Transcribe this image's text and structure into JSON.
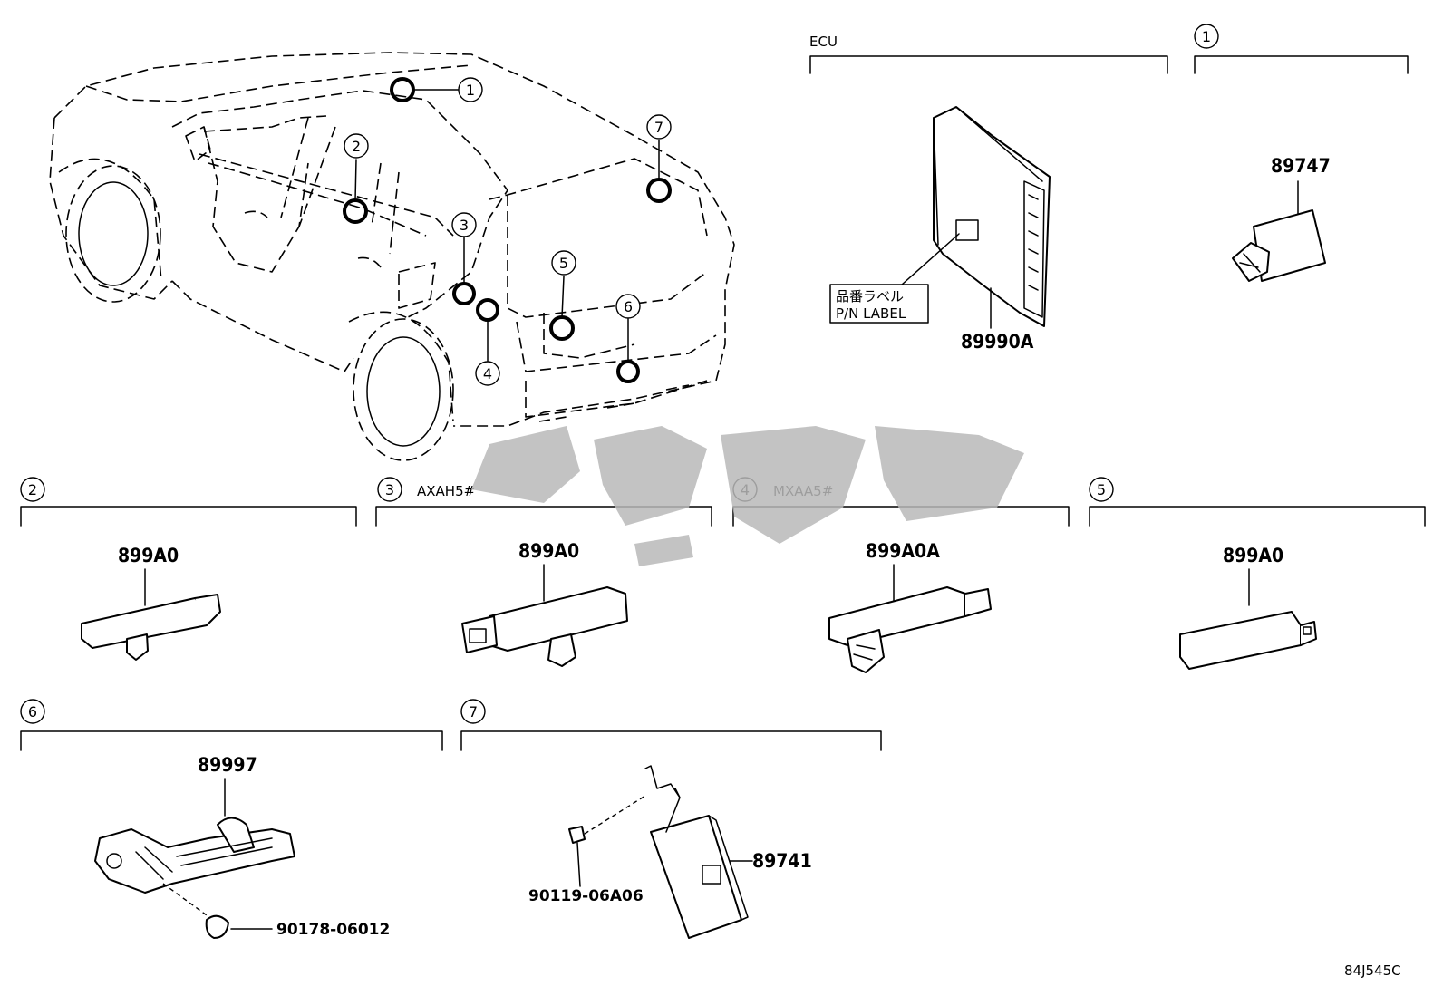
{
  "ecu_section": {
    "header": "ECU",
    "part_number": "89990A",
    "label_jp": "品番ラベル",
    "label_en": "P/N LABEL"
  },
  "sections": {
    "s1": {
      "num": "1",
      "variant": "",
      "part_number": "89747"
    },
    "s2": {
      "num": "2",
      "variant": "",
      "part_number": "899A0"
    },
    "s3": {
      "num": "3",
      "variant": "AXAH5#",
      "part_number": "899A0"
    },
    "s4": {
      "num": "4",
      "variant": "MXAA5#",
      "part_number": "899A0A"
    },
    "s5": {
      "num": "5",
      "variant": "",
      "part_number": "899A0"
    },
    "s6": {
      "num": "6",
      "variant": "",
      "part_number": "89997",
      "sub_part": "90178-06012"
    },
    "s7": {
      "num": "7",
      "variant": "",
      "part_number": "89741",
      "sub_part": "90119-06A06"
    }
  },
  "vehicle_callouts": [
    "1",
    "2",
    "3",
    "4",
    "5",
    "6",
    "7"
  ],
  "footer_code": "84J545C"
}
